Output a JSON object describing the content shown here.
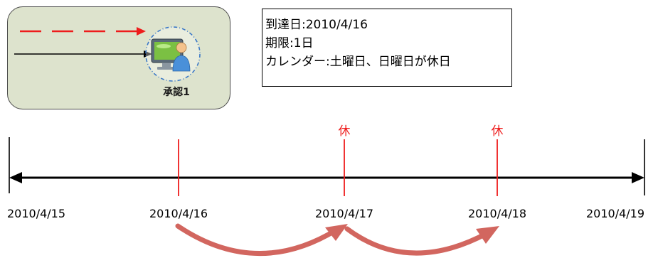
{
  "node": {
    "label": "承認1"
  },
  "info": {
    "lines": [
      "到達日:2010/4/16",
      "期限:1日",
      "カレンダー:土曜日、日曜日が休日"
    ]
  },
  "timeline": {
    "dates": [
      "2010/4/15",
      "2010/4/16",
      "2010/4/17",
      "2010/4/18",
      "2010/4/19"
    ],
    "holiday_marker": "休"
  },
  "colors": {
    "box_fill": "#dde3cd",
    "accent_red": "#ee1c1c",
    "arc_color": "#d2665f",
    "node_ring": "#3b78c7"
  }
}
